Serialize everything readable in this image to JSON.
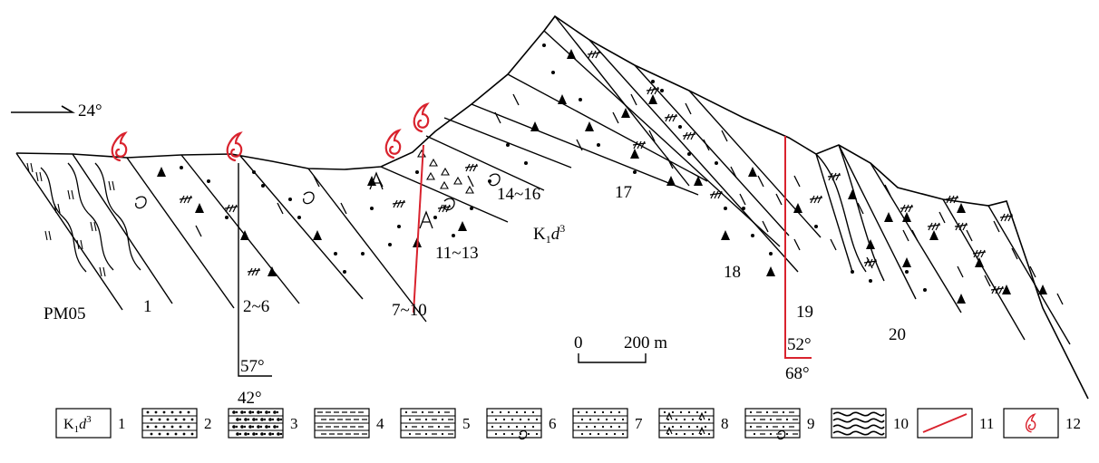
{
  "orientation": {
    "azimuth": "24°"
  },
  "section_id": "PM05",
  "formation_label": {
    "main": "K",
    "sub": "1",
    "letter": "d",
    "sup": "3"
  },
  "bed_labels": [
    "1",
    "2~6",
    "7~10",
    "11~13",
    "14~16",
    "17",
    "18",
    "19",
    "20"
  ],
  "dip_angles": [
    "57°",
    "42°",
    "52°",
    "68°"
  ],
  "scale": {
    "start": "0",
    "end": "200 m"
  },
  "legend": [
    {
      "num": "1",
      "pattern": "formation",
      "label": "K1d3"
    },
    {
      "num": "2",
      "pattern": "conglomerate"
    },
    {
      "num": "3",
      "pattern": "dense-conglomerate"
    },
    {
      "num": "4",
      "pattern": "dash"
    },
    {
      "num": "5",
      "pattern": "dot-dash"
    },
    {
      "num": "6",
      "pattern": "dot-fossil"
    },
    {
      "num": "7",
      "pattern": "sand"
    },
    {
      "num": "8",
      "pattern": "a-dot"
    },
    {
      "num": "9",
      "pattern": "dash-fossil"
    },
    {
      "num": "10",
      "pattern": "wave"
    },
    {
      "num": "11",
      "pattern": "red-line"
    },
    {
      "num": "12",
      "pattern": "fossil"
    }
  ],
  "colors": {
    "line": "#000000",
    "accent": "#d9232e"
  }
}
